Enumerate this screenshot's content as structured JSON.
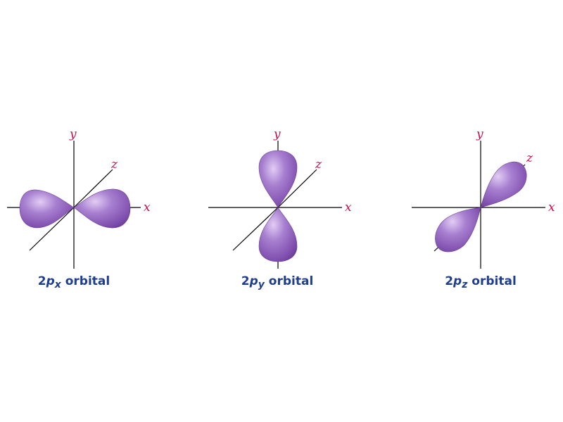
{
  "colors": {
    "lobe": "#9a6cc4",
    "lobe_dark": "#6a3f93",
    "axis_label": "#cc0a4f",
    "caption": "#1f3e8f"
  },
  "diagrams": [
    {
      "axes": {
        "x": "x",
        "y": "y",
        "z": "z"
      },
      "caption": {
        "prefix": "2",
        "letter": "p",
        "subscript": "x",
        "suffix": " orbital"
      }
    },
    {
      "axes": {
        "x": "x",
        "y": "y",
        "z": "z"
      },
      "caption": {
        "prefix": "2",
        "letter": "p",
        "subscript": "y",
        "suffix": " orbital"
      }
    },
    {
      "axes": {
        "x": "x",
        "y": "y",
        "z": "z"
      },
      "caption": {
        "prefix": "2",
        "letter": "p",
        "subscript": "z",
        "suffix": " orbital"
      }
    }
  ]
}
